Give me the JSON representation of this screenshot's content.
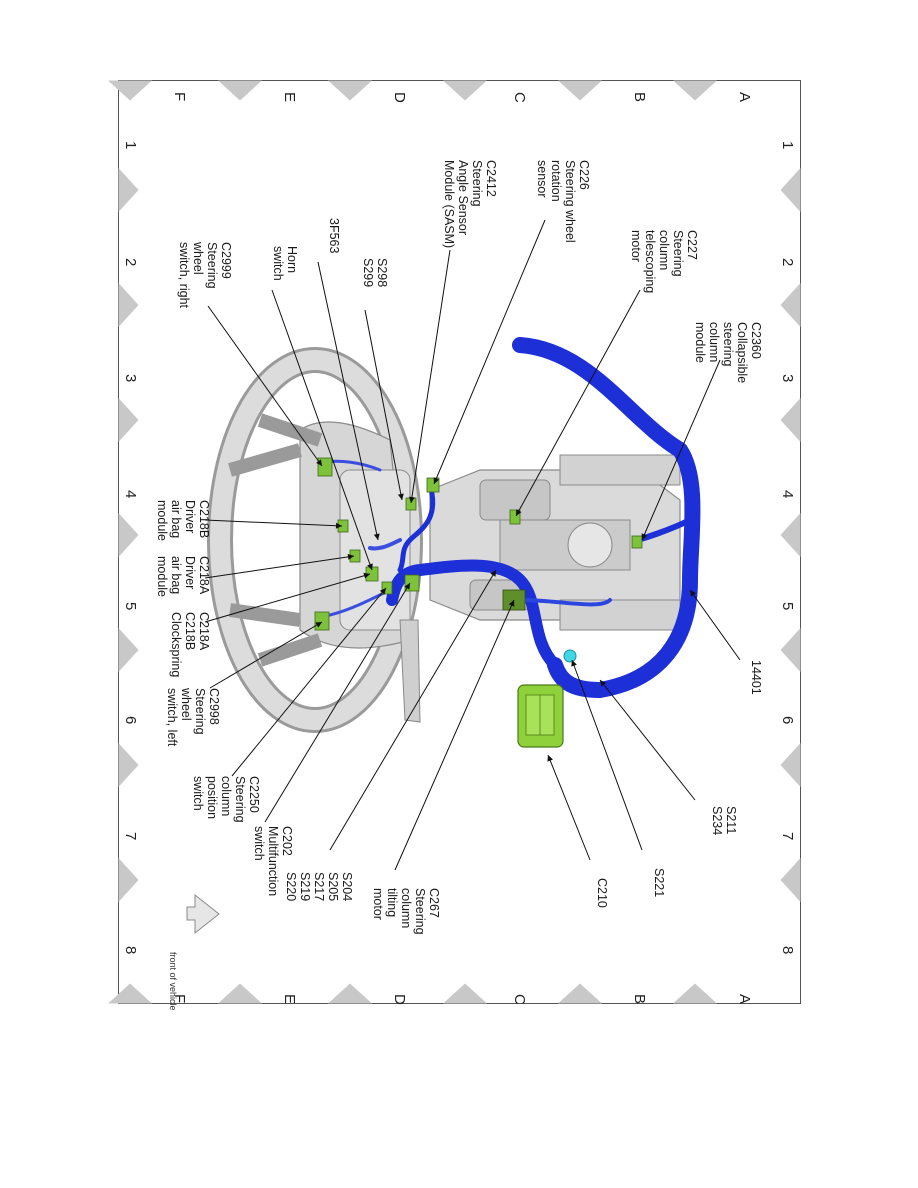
{
  "frame": {
    "rows": [
      "A",
      "B",
      "C",
      "D",
      "E",
      "F"
    ],
    "columns": [
      "1",
      "2",
      "3",
      "4",
      "5",
      "6",
      "7",
      "8"
    ]
  },
  "front_of_vehicle": "front of vehicle",
  "labels": [
    {
      "id": "c2360",
      "lines": [
        "C2360",
        "Collapsible",
        "steering",
        "column",
        "module"
      ]
    },
    {
      "id": "c227",
      "lines": [
        "C227",
        "Steering",
        "column",
        "telescoping",
        "motor"
      ]
    },
    {
      "id": "c226",
      "lines": [
        "C226",
        "Steering wheel",
        "rotation",
        "sensor"
      ]
    },
    {
      "id": "c2412",
      "lines": [
        "C2412",
        "Steering",
        "Angle Sensor",
        "Module (SASM)"
      ]
    },
    {
      "id": "s298",
      "lines": [
        "S298",
        "S299"
      ]
    },
    {
      "id": "3f563",
      "lines": [
        "3F563"
      ]
    },
    {
      "id": "horn",
      "lines": [
        "Horn",
        "switch"
      ]
    },
    {
      "id": "c2999",
      "lines": [
        "C2999",
        "Steering",
        "wheel",
        "switch, right"
      ]
    },
    {
      "id": "c218b",
      "lines": [
        "C218B",
        "Driver",
        "air bag",
        "module"
      ]
    },
    {
      "id": "c218a",
      "lines": [
        "C218A",
        "Driver",
        "air bag",
        "module"
      ]
    },
    {
      "id": "c218ab",
      "lines": [
        "C218A",
        "C218B",
        "Clockspring"
      ]
    },
    {
      "id": "c2998",
      "lines": [
        "C2998",
        "Steering",
        "wheel",
        "switch, left"
      ]
    },
    {
      "id": "c2250",
      "lines": [
        "C2250",
        "Steering",
        "column",
        "position",
        "switch"
      ]
    },
    {
      "id": "c202",
      "lines": [
        "C202",
        "Multifunction",
        "switch"
      ]
    },
    {
      "id": "s204",
      "lines": [
        "S204",
        "S205",
        "S217",
        "S219",
        "S220"
      ]
    },
    {
      "id": "c267",
      "lines": [
        "C267",
        "Steering",
        "column",
        "tilting",
        "motor"
      ]
    },
    {
      "id": "c210",
      "lines": [
        "C210"
      ]
    },
    {
      "id": "s221",
      "lines": [
        "S221"
      ]
    },
    {
      "id": "s211",
      "lines": [
        "S211",
        "S234"
      ]
    },
    {
      "id": "h14401",
      "lines": [
        "14401"
      ]
    }
  ],
  "colors": {
    "harness": "#1d2fd6",
    "harness_dark": "#0d1a8a",
    "connector": "#7dc23a",
    "connector_c210": "#8ed13a",
    "splice": "#3fd7e6",
    "wheel": "#c9c9c9",
    "frame_triangle": "#c8c8c8"
  }
}
